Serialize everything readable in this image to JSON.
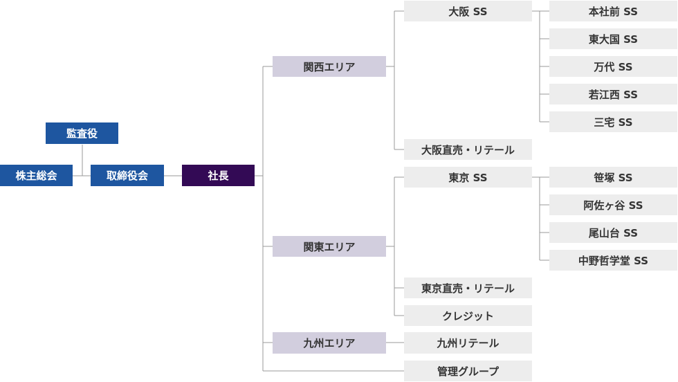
{
  "governance": {
    "shareholders_meeting": "株主総会",
    "board_of_directors": "取締役会",
    "auditor": "監査役",
    "president": "社長"
  },
  "areas": {
    "kansai": "関西エリア",
    "kanto": "関東エリア",
    "kyushu": "九州エリア"
  },
  "units": {
    "osaka_ss": "大阪 SS",
    "osaka_direct": "大阪直売・リテール",
    "tokyo_ss": "東京 SS",
    "tokyo_direct": "東京直売・リテール",
    "credit": "クレジット",
    "kyushu_retail": "九州リテール",
    "management_group": "管理グループ"
  },
  "stations": {
    "osaka": [
      "本社前 SS",
      "東大国 SS",
      "万代 SS",
      "若江西 SS",
      "三宅 SS"
    ],
    "tokyo": [
      "笹塚 SS",
      "阿佐ヶ谷 SS",
      "尾山台 SS",
      "中野哲学堂 SS"
    ]
  },
  "colors": {
    "governance": "#1e56a0",
    "president": "#330a55",
    "area": "#d2cede",
    "unit": "#ededed",
    "connector": "#999999"
  }
}
